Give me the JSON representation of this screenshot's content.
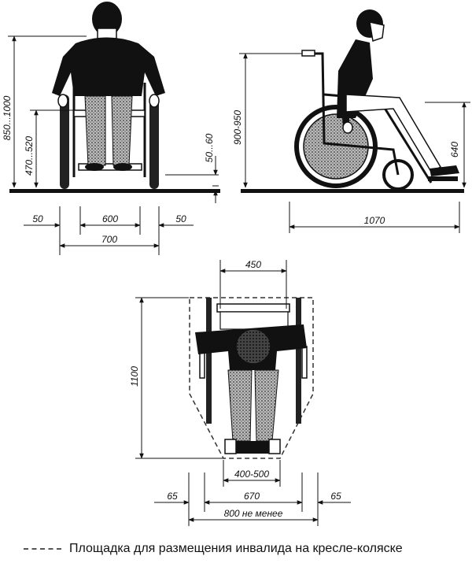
{
  "dimensions": {
    "front_height": "850...1000",
    "front_seat_height": "470...520",
    "front_footrest_gap": "50...60",
    "front_side_left": "50",
    "front_seat_width": "600",
    "front_side_right": "50",
    "front_total_width": "700",
    "side_height": "900-950",
    "side_knee_height": "640",
    "side_length": "1070",
    "top_width": "450",
    "top_length": "1100",
    "top_knee_width": "400-500",
    "top_side_left": "65",
    "top_width_between": "670",
    "top_side_right": "65",
    "top_total_width": "800 не менее"
  },
  "legend": {
    "label": "Площадка для размещения инвалида на кресле-коляске"
  }
}
